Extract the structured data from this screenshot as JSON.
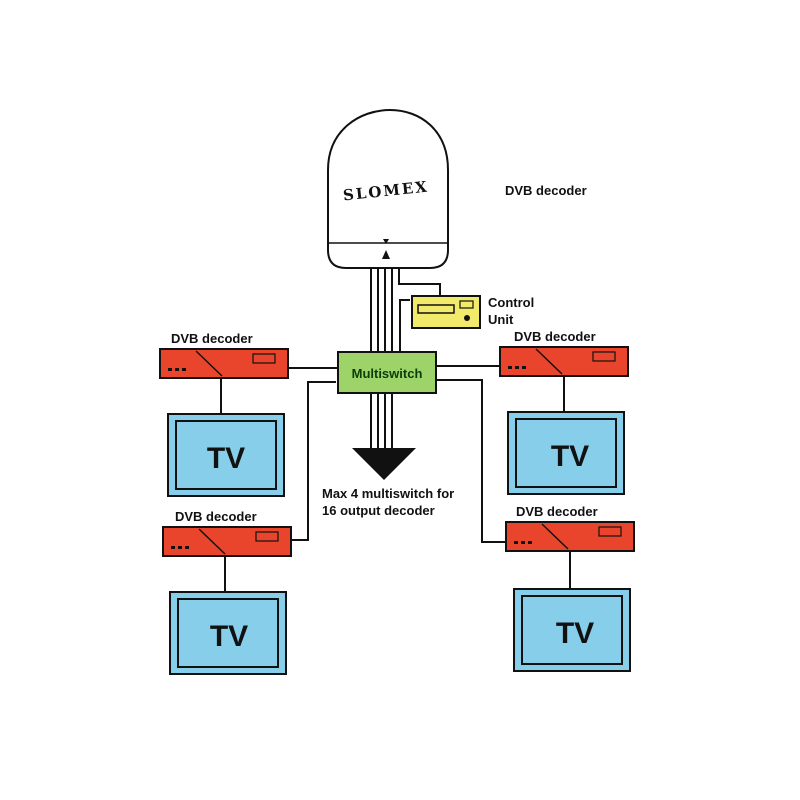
{
  "dome": {
    "brand": "SLOMEX"
  },
  "labels": {
    "dvb_top_right": "DVB decoder",
    "control_unit_line1": "Control",
    "control_unit_line2": "Unit",
    "multiswitch": "Multiswitch",
    "note_line1": "Max 4 multiswitch for",
    "note_line2": "16 output decoder"
  },
  "decoders": [
    {
      "label": "DVB decoder",
      "tv": "TV"
    },
    {
      "label": "DVB decoder",
      "tv": "TV"
    },
    {
      "label": "DVB decoder",
      "tv": "TV"
    },
    {
      "label": "DVB decoder",
      "tv": "TV"
    }
  ],
  "colors": {
    "decoder_fill": "#e8452c",
    "decoder_dark": "#8b1a0d",
    "tv_screen": "#87ceeb",
    "multiswitch_fill": "#9ed36a",
    "control_unit_fill": "#f2ea6a",
    "outline": "#111111"
  }
}
